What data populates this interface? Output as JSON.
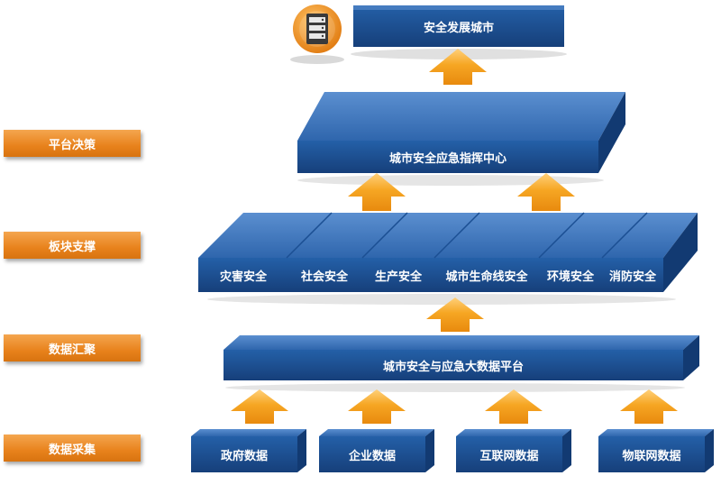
{
  "title_box": "安全发展城市",
  "icon": "server-icon",
  "tiers": {
    "decision": "平台决策",
    "support": "板块支撑",
    "aggregation": "数据汇聚",
    "collection": "数据采集"
  },
  "command_center": "城市安全应急指挥中心",
  "sectors": [
    "灾害安全",
    "社会安全",
    "生产安全",
    "城市生命线安全",
    "环境安全",
    "消防安全"
  ],
  "platform": "城市安全与应急大数据平台",
  "sources": [
    "政府数据",
    "企业数据",
    "互联网数据",
    "物联网数据"
  ],
  "colors": {
    "box_front": "#1b4f93",
    "box_top": "#3a74bc",
    "box_side": "#123a72",
    "arrow": "#f3a21c",
    "tier": "#e8821c"
  }
}
